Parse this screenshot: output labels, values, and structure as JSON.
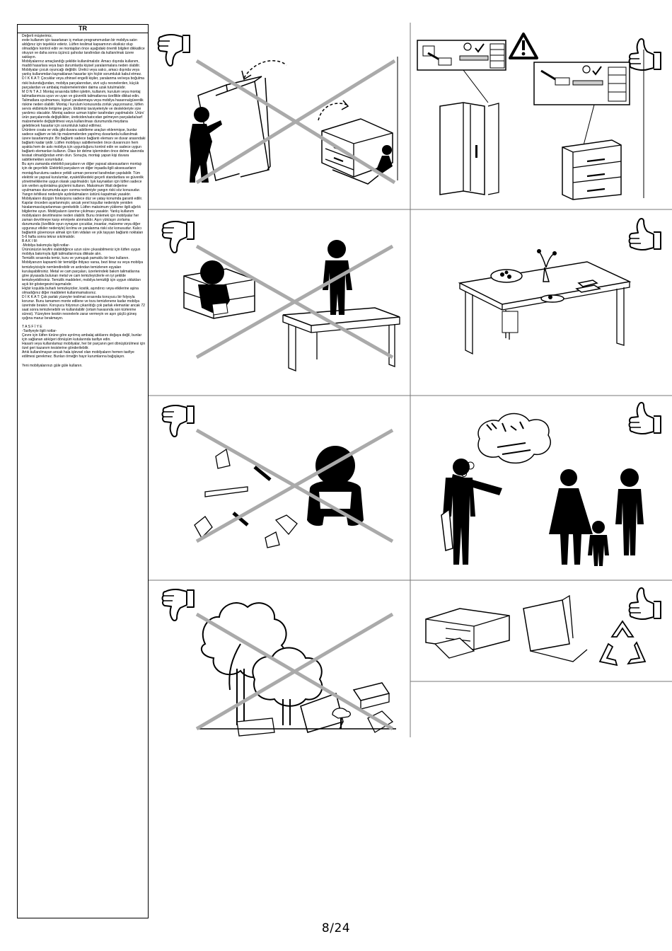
{
  "language_code": "TR",
  "page_number": "8/24",
  "paragraphs": [
    "Değerli müşterimiz,",
    "evde kullanım için tasarlanan iç mekan programımızdan bir mobilya satın aldığınız için teşekkür ederiz. Lütfen teslimat kapsamının eksiksiz olup olmadığını kontrol edin ve montajdan önce aşağıdaki önemli bilgileri dikkatlice okuyun ve daha sonra üçüncü şahıslar tarafından da kullanılmak üzere saklayın.",
    "Mobilyalarınız amaçlandığı şekilde kullanılmalıdır. Amacı dışında kullanım, maddi hasarlara veya bazı durumlarda kişisel yaralanmalara neden olabilir. Mobilyalar çocuk oyuncağı değildir. Üretici veya satıcı, amacı dışında veya yanlış kullanımdan kaynaklanan hasarlar için hiçbir sorumluluk kabul etmez.",
    "D İ K K A T: Çocuklar veya zihinsel engelli kişiler, yaralanma ve/veya boğulma riski bulunduğundan, mobilya parçalarından, sivri uçlu nesnelerden, küçük parçalardan ve ambalaj malzemelerinden daima uzak tutulmalıdır.",
    "M O N T A J: Montaj sırasında lütfen işletim, kullanım, kurulum veya montaj talimatlarımıza uyun ve uyarı ve güvenlik talimatlarına özellikle dikkat edin. Talimatlara uyulmaması, kişisel yaralanmaya veya mobilya hasarına/güvenlik riskine neden olabilir. Montaj / kurulum konusunda zorluk yaşıyorsanız, lütfen servis ekibimizle iletişime geçin. Ekibimiz tavsiyeleriyle ve destekleriyle size yardımcı olacaktır. Montaj sadece uzman kişiler tarafından yapılmalıdır. Ürün/ürün parçalarında değişiklikler, üreticiden/satıcıdan gelmeyen parçalarla/sarf malzemelerle değiştirilmesi veya kullanılması durumunda meydana gelebilecek hasarlar için sorumluluk kabul edilmez.",
    "Ürünlere cıvata ve vida gibi duvara sabitleme araçları eklenmişse, bunlar sadece sağlam ve tek tip malzemelerden yapılmış duvarlarda kullanılmak üzere tasarlanmıştır. Bir bağlantı sadece bağlantı elemanı ve duvar arasındaki bağlantı kadar iyidir. Lütfen mobilyayı sabitlemeden önce duvarınızın hem ayakta hem de askı mobilya için uygunluğunu kontrol edin ve sadece uygun bağlantı elemanları kullanın. Olası bir delme işleminden önce delme alanında tesisat olmadığından emin olun. Sonuçta, montajı yapan kişi duvara sabitlemekten sorumludur.",
    "Bu aynı zamanda elektrikli parçaların ve diğer yapısal aksesuarların montajı için de geçerlidir. Elektrikli parçaların ve diğer inşaatla ilgili aksesuarların montajı/kurulumu sadece yetkili uzman personel tarafından yapılabilir. Tüm elektrik ve yapısal kurulumlar, eyalet/ülkedeki geçerli standartlara ve güvenlik yönetmeliklerine uygun olarak yapılmalıdır. Işık kaynakları için lütfen sadece izin verilen aydınlatma güçlerini kullanın. Maksimum Watt değerine uyulmaması durumunda aşırı ısınma nedeniyle yangın riski söz konusudur. Yangın tehlikesi nedeniyle aydınlatmaların üstünü kapatmak yasaktır.",
    "Mobilyaların düzgün fonksiyonu sadece düz ve yatay konumda garanti edilir. Kapılar önceden ayarlanmıştır, ancak yerel koşullar nedeniyle yeniden hizalanması/ayarlanması gerekebilir. Lütfen maksimum yükleme ilgili ağırlık bilgilerine uyun. Mobilyaların üzerine çıkılması yasaktır. Yanlış kullanım mobilyaların devrilmesine neden olabilir. Bunu önlemek için mobilyalar her zaman devrilmeye karşı emniyete alınmalıdır. Aşırı yük/aşırı zorlama durumunda (özellikle oyun oynayan çocuklar, insanlar, malzeme veya diğer uygunsuz etkiler nedeniyle) kırılma ve yaralanma riski söz konusudur. Kalıcı bağlantılı güvenceye almak için tüm vidaları ve yük taşıyan bağlantı noktaları 5-6 hafta sonra tekrar sıkılmalıdır.",
    "B A K I M:",
    "-Mobilya bakımıyla ilgili notlar-",
    "Ürününüzün keyfini olabildiğince uzun süre çıkarabilmeniz için lütfen uygun mobilya bakımıyla ilgili talimatlarımıza dikkate alın.",
    "Temizlik sırasında temiz, kuru ve yumuşak pamuklu bir bez kullanın. Mobilyanızın kapsamlı bir temizliğe ihtiyacı varsa, bezi biraz su veya mobilya temizleyicisiyle nemlendirebilir ve ardından temizlenen eşyaları kurulayabilirsiniz. Metal ve cam parçaları, üzerlerindeki bakım talimatlarına göre piyasada bulunan metal ve cam temizleyicilerle en iyi şekilde temizleyebilirsiniz. Temizlik maddeleri, mobilya temizliği için uygun oldukları açık bir göstergesini taşımalıdır.",
    "Hiçbir koşulda buharlı temizleyiciler, kostik, aşındırıcı veya etkilerine aşina olmadığınız diğer maddeleri kullanmamalısınız.",
    "D İ K K A T: Çok parlak yüzeyler teslimat sırasında koruyucu bir folyoyla korunur. Bunu tamamen monte edilene ve tozu temizlenene kadar mobilya üzerinde bırakın. Koruyucu folyonun çıkarıldığı çok parlak elemanlar ancak 72 saat sonra temizlenebilir ve kullanılabilir (ortam havasında son kürlenme süresi). Yüzeylere keskin nesnelerle zarar vermeyin ve aşırı güçlü güneş ışığına maruz bırakmayın.",
    "",
    "T A S F İ Y E",
    "-Tasfiyeyle ilgili notlar-",
    "Çevre için lütfen türüne göre ayrılmış ambalaj atıklarını doğaya değil, bunlar için sağlanan atık/geri dönüşüm kutularında tasfiye edin.",
    "Hasarlı veya kullanılamaz mobilyalar, her bir parçanın geri dönüştürülmesi için özel geri kazanım tesislerine gönderilebilir.",
    "Artık kullanılmayan ancak hala işlevsel olan mobilyaların hemen tasfiye edilmesi gerekmez. Bunları örneğin hayır kurumlarına bağışlayın.",
    "",
    "Yeni mobilyalarınızı güle güle kullanın."
  ]
}
